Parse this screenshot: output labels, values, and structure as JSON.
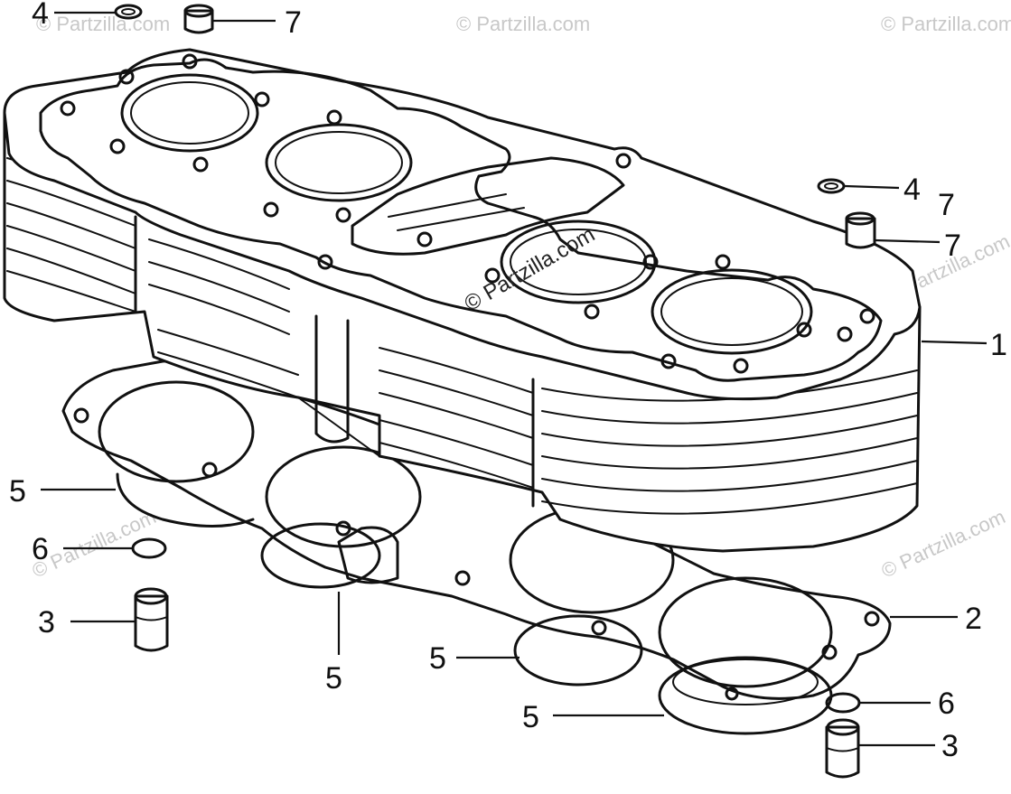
{
  "callouts": {
    "c4a": "4",
    "c7a": "7",
    "c4b": "4",
    "c7b": "7",
    "c7c": "7",
    "c1": "1",
    "c2": "2",
    "c5a": "5",
    "c5b": "5",
    "c5c": "5",
    "c5d": "5",
    "c6a": "6",
    "c6b": "6",
    "c3a": "3",
    "c3b": "3"
  },
  "watermark": {
    "main": "© Partzilla.com",
    "faint": "© Partzilla.com"
  },
  "colors": {
    "line": "#111111",
    "background": "#ffffff",
    "watermark": "#c8c8c8"
  }
}
